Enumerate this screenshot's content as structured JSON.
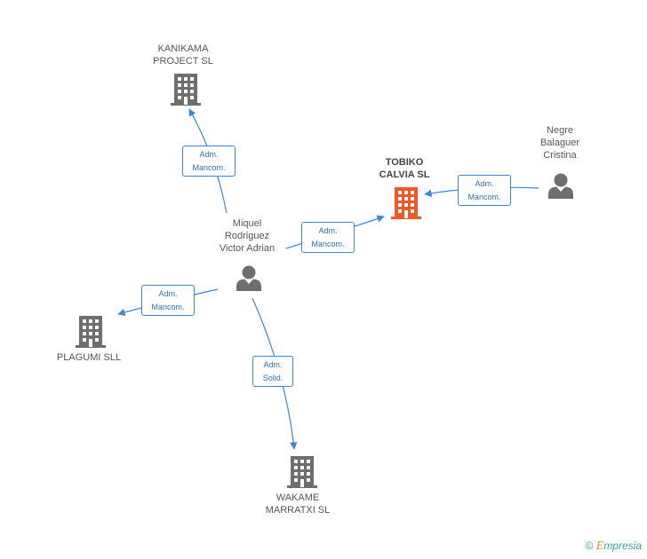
{
  "nodes": {
    "kanikama": {
      "label": "KANIKAMA\nPROJECT SL",
      "type": "company"
    },
    "tobiko": {
      "label": "TOBIKO\nCALVIA SL",
      "type": "company-main"
    },
    "negre": {
      "label": "Negre\nBalaguer\nCristina",
      "type": "person"
    },
    "miquel": {
      "label": "Miquel\nRodriguez\nVictor Adrian",
      "type": "person"
    },
    "plagumi": {
      "label": "PLAGUMI SLL",
      "type": "company"
    },
    "wakame": {
      "label": "WAKAME\nMARRATXI SL",
      "type": "company"
    }
  },
  "edges": [
    {
      "from": "miquel",
      "to": "kanikama",
      "label": "Adm.\nMancom."
    },
    {
      "from": "miquel",
      "to": "tobiko",
      "label": "Adm.\nMancom."
    },
    {
      "from": "negre",
      "to": "tobiko",
      "label": "Adm.\nMancom."
    },
    {
      "from": "miquel",
      "to": "plagumi",
      "label": "Adm.\nMancom."
    },
    {
      "from": "miquel",
      "to": "wakame",
      "label": "Adm.\nSolid."
    }
  ],
  "footer": {
    "copyright": "©",
    "brand_initial": "E",
    "brand_rest": "mpresia"
  },
  "colors": {
    "edge": "#3d85d8",
    "company": "#6e6e6e",
    "main_company": "#f0582a",
    "person": "#6e6e6e"
  },
  "icons": {
    "company": "building-icon",
    "person": "person-icon"
  }
}
